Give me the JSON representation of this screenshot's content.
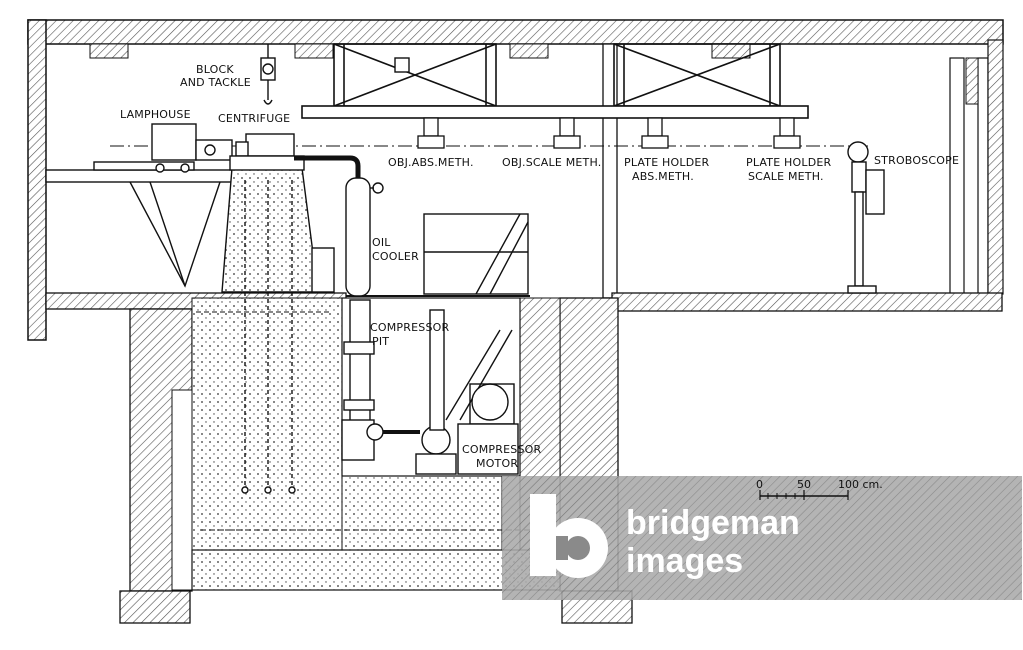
{
  "labels": {
    "block_and_tackle_1": "BLOCK",
    "block_and_tackle_2": "AND TACKLE",
    "lamphouse": "LAMPHOUSE",
    "centrifuge": "CENTRIFUGE",
    "obj_abs_meth": "OBJ.ABS.METH.",
    "obj_scale_meth": "OBJ.SCALE METH.",
    "plate_holder_abs_1": "PLATE HOLDER",
    "plate_holder_abs_2": "ABS.METH.",
    "plate_holder_scale_1": "PLATE HOLDER",
    "plate_holder_scale_2": "SCALE METH.",
    "stroboscope": "STROBOSCOPE",
    "oil_cooler_1": "OIL",
    "oil_cooler_2": "COOLER",
    "compressor_pit_1": "COMPRESSOR",
    "compressor_pit_2": "PIT",
    "compressor_motor_1": "COMPRESSOR",
    "compressor_motor_2": "MOTOR"
  },
  "scale_bar": {
    "tick_0": "0",
    "tick_50": "50",
    "tick_100": "100 cm."
  },
  "watermark": {
    "line1": "bridgeman",
    "line2": "images",
    "logo_letter": "b"
  },
  "colors": {
    "ink": "#111111",
    "hatch": "#555555",
    "watermark_bg": "#8a8a8a"
  }
}
